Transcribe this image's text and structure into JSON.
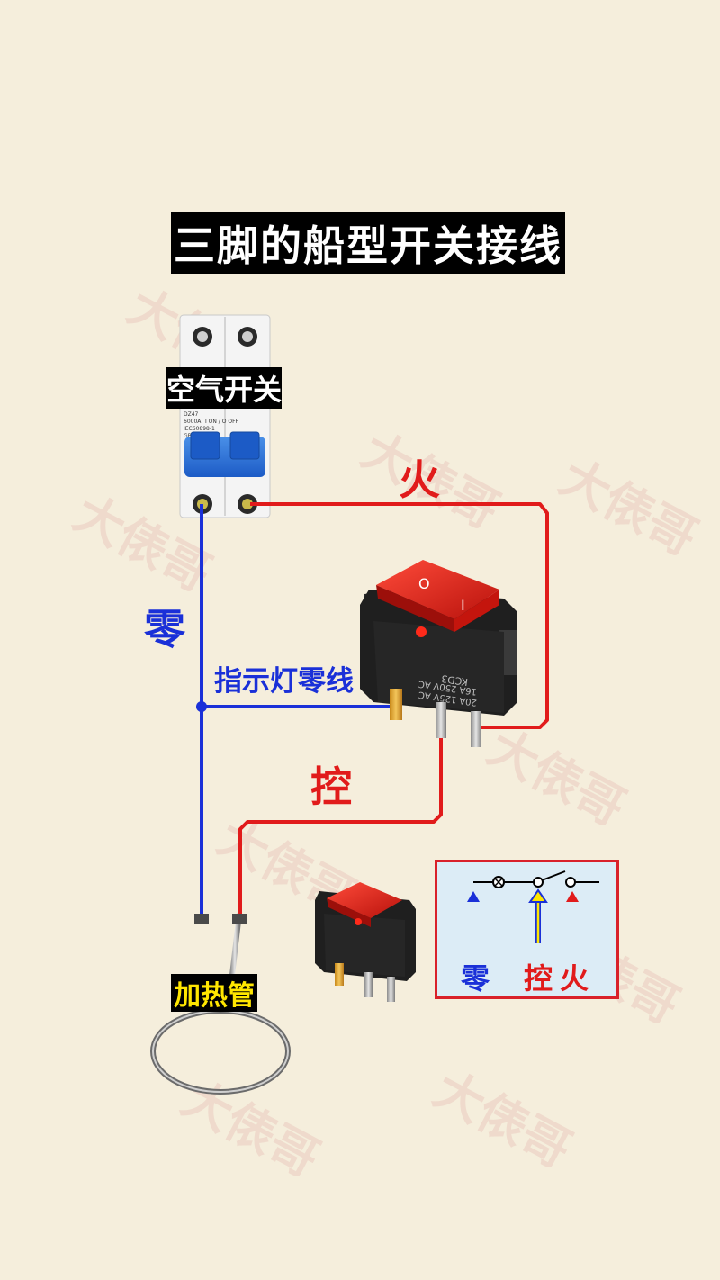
{
  "title": "三脚的船型开关接线",
  "labels": {
    "breaker": "空气开关",
    "live": "火",
    "neutral": "零",
    "indicator_neutral": "指示灯零线",
    "control": "控",
    "heater": "加热管"
  },
  "legend": {
    "neutral": "零",
    "control": "控",
    "live": "火"
  },
  "breaker_marks": {
    "model_line1": "DZ47",
    "model_line2": "6000A",
    "standard_line1": "IEC60898-1",
    "standard_line2": "GB10963.1",
    "on_off": "I ON / O OFF"
  },
  "switch_marks": {
    "model": "KCD3",
    "rating1": "16A 250V AC",
    "rating2": "20A 125V AC",
    "rocker_on": "I",
    "rocker_off": "O"
  },
  "watermark_text": "大俵哥",
  "colors": {
    "live": "#e11b1b",
    "neutral": "#1a30d8",
    "title_bg": "#000000",
    "background": "#f5eedc"
  }
}
